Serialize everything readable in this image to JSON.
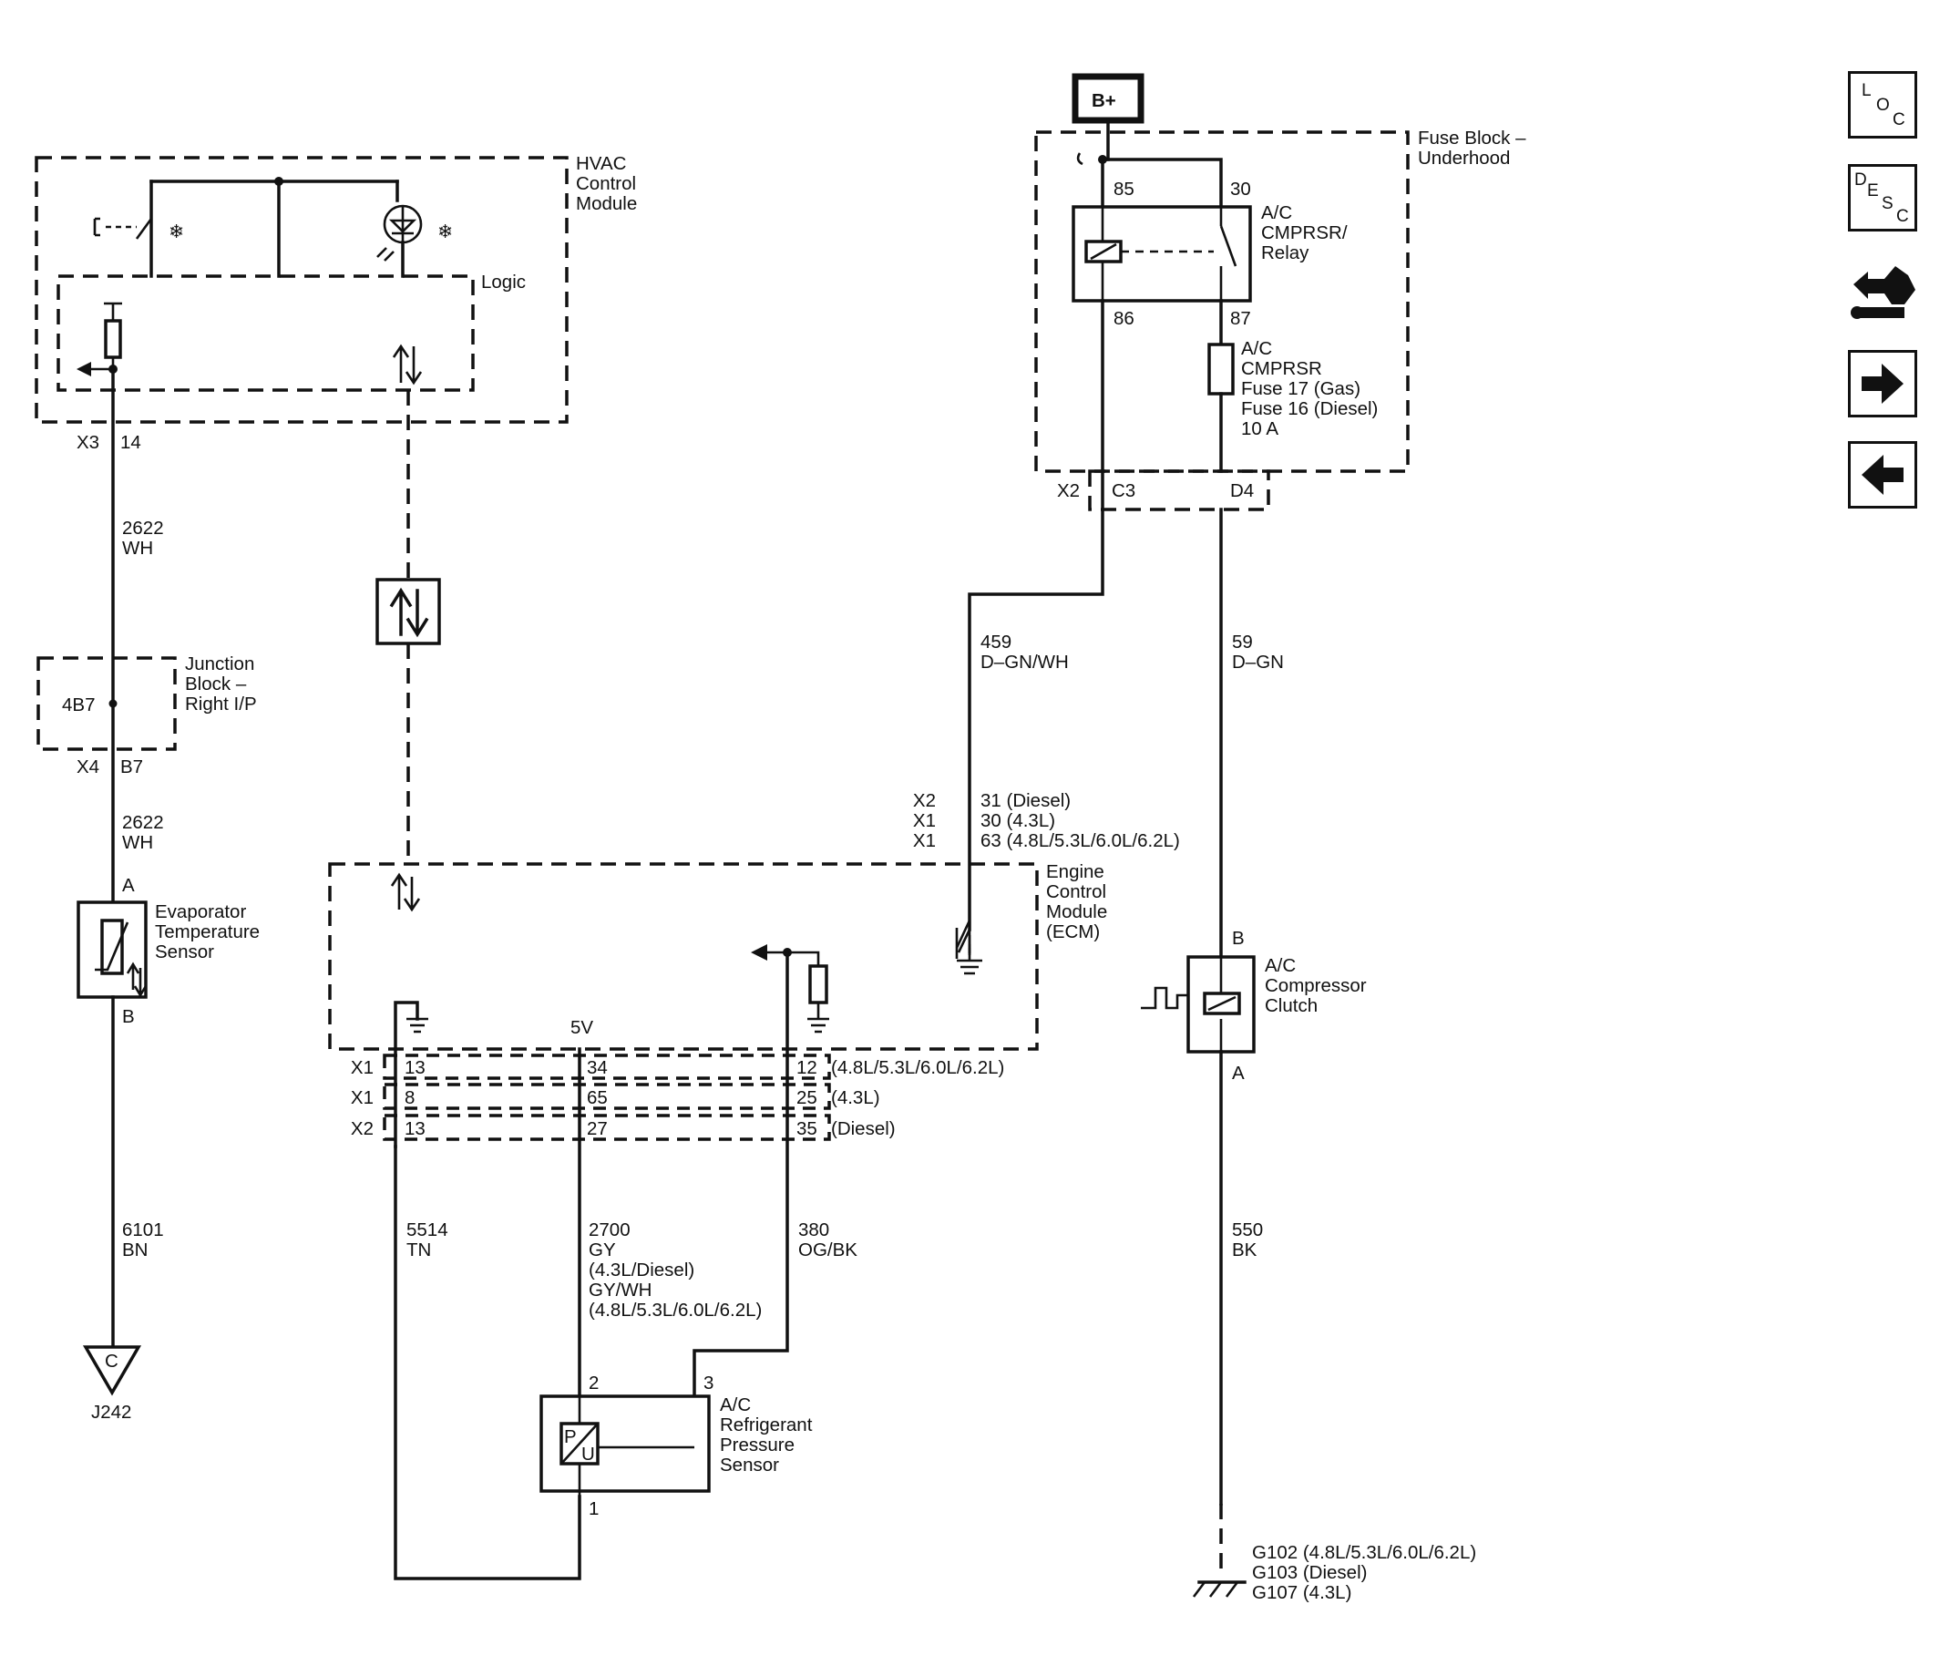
{
  "nav": {
    "loc": [
      "L",
      "O",
      "C"
    ],
    "desc": [
      "D",
      "E",
      "S",
      "C"
    ]
  },
  "power": {
    "label": "B+"
  },
  "modules": {
    "hvac": [
      "HVAC",
      "Control",
      "Module"
    ],
    "logic": "Logic",
    "fuse_block": [
      "Fuse Block –",
      "Underhood"
    ],
    "relay": [
      "A/C",
      "CMPRSR/",
      "Relay"
    ],
    "fuse": [
      "A/C",
      "CMPRSR",
      "Fuse 17 (Gas)",
      "Fuse 16 (Diesel)",
      "10 A"
    ],
    "junction": [
      "Junction",
      "Block –",
      "Right I/P"
    ],
    "junction_pin": "4B7",
    "evap_sensor": [
      "Evaporator",
      "Temperature",
      "Sensor"
    ],
    "ecm": [
      "Engine",
      "Control",
      "Module",
      "(ECM)"
    ],
    "compressor": [
      "A/C",
      "Compressor",
      "Clutch"
    ],
    "pressure_sensor": [
      "A/C",
      "Refrigerant",
      "Pressure",
      "Sensor"
    ],
    "ecm_5v": "5V"
  },
  "connectors": {
    "hvac_x3": "X3",
    "hvac_14": "14",
    "jb_x4": "X4",
    "jb_b7": "B7",
    "evap_a": "A",
    "evap_b": "B",
    "relay_85": "85",
    "relay_30": "30",
    "relay_86": "86",
    "relay_87": "87",
    "fb_x2": "X2",
    "fb_c3": "C3",
    "fb_d4": "D4",
    "ecm_relay_rows": [
      {
        "conn": "X2",
        "pin": "31 (Diesel)"
      },
      {
        "conn": "X1",
        "pin": "30 (4.3L)"
      },
      {
        "conn": "X1",
        "pin": "63 (4.8L/5.3L/6.0L/6.2L)"
      }
    ],
    "ecm_rows": [
      {
        "conn": "X1",
        "a": "13",
        "b": "34",
        "c": "12",
        "note": "(4.8L/5.3L/6.0L/6.2L)"
      },
      {
        "conn": "X1",
        "a": "8",
        "b": "65",
        "c": "25",
        "note": "(4.3L)"
      },
      {
        "conn": "X2",
        "a": "13",
        "b": "27",
        "c": "35",
        "note": "(Diesel)"
      }
    ],
    "clutch_b": "B",
    "clutch_a": "A",
    "ps_2": "2",
    "ps_3": "3",
    "ps_1": "1"
  },
  "wires": {
    "w2622_a": [
      "2622",
      "WH"
    ],
    "w2622_b": [
      "2622",
      "WH"
    ],
    "w6101": [
      "6101",
      "BN"
    ],
    "w459": [
      "459",
      "D–GN/WH"
    ],
    "w59": [
      "59",
      "D–GN"
    ],
    "w5514": [
      "5514",
      "TN"
    ],
    "w2700": [
      "2700",
      "GY",
      "(4.3L/Diesel)",
      "GY/WH",
      "(4.8L/5.3L/6.0L/6.2L)"
    ],
    "w380": [
      "380",
      "OG/BK"
    ],
    "w550": [
      "550",
      "BK"
    ]
  },
  "grounds": {
    "splice": {
      "letter": "C",
      "id": "J242"
    },
    "chassis": [
      "G102 (4.8L/5.3L/6.0L/6.2L)",
      "G103 (Diesel)",
      "G107 (4.3L)"
    ]
  },
  "pressure_sensor_glyph": [
    "P",
    "U"
  ]
}
